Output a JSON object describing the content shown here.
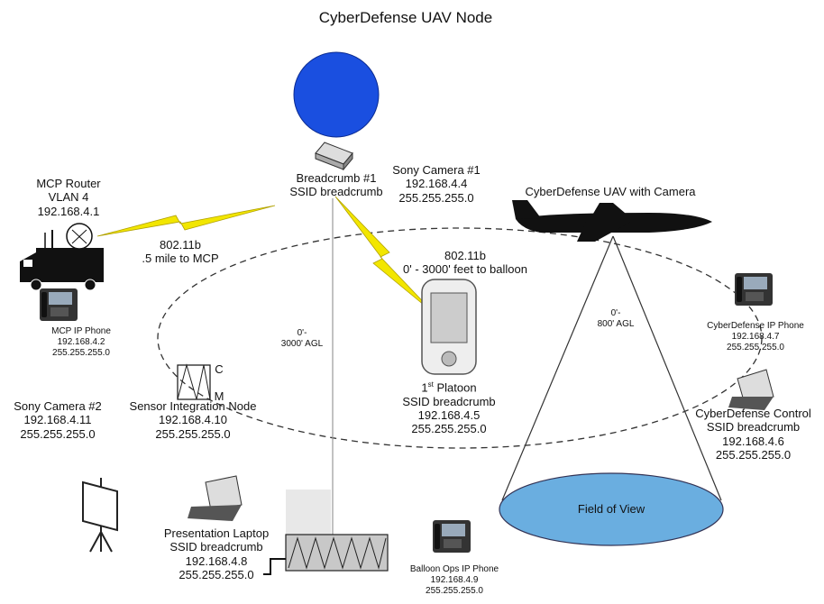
{
  "title": "CyberDefense UAV Node",
  "breadcrumb": {
    "lines": [
      "Breadcrumb #1",
      "SSID breadcrumb"
    ]
  },
  "sony_camera_1": {
    "lines": [
      "Sony Camera #1",
      "192.168.4.4",
      "255.255.255.0"
    ]
  },
  "uav": {
    "label": "CyberDefense UAV with Camera"
  },
  "mcp_router": {
    "lines": [
      "MCP Router",
      "VLAN 4",
      "192.168.4.1"
    ]
  },
  "link_mcp": {
    "lines": [
      "802.11b",
      ".5 mile to MCP"
    ]
  },
  "link_balloon": {
    "lines": [
      "802.11b",
      "0' - 3000' feet to balloon"
    ]
  },
  "mcp_phone": {
    "lines": [
      "MCP IP Phone",
      "192.168.4.2",
      "255.255.255.0"
    ]
  },
  "tether_alt": {
    "lines": [
      "0'-",
      "3000' AGL"
    ]
  },
  "uav_alt": {
    "lines": [
      "0'-",
      "800' AGL"
    ]
  },
  "cd_phone": {
    "lines": [
      "CyberDefense IP Phone",
      "192.168.4.7",
      "255.255.255.0"
    ]
  },
  "sensor_node": {
    "lines": [
      "Sensor Integration Node",
      "192.168.4.10",
      "255.255.255.0"
    ],
    "letter_c": "C",
    "letter_m": "M"
  },
  "sony_camera_2": {
    "lines": [
      "Sony Camera #2",
      "192.168.4.11",
      "255.255.255.0"
    ]
  },
  "platoon": {
    "sup": "st",
    "lines": [
      "1",
      " Platoon",
      "SSID breadcrumb",
      "192.168.4.5",
      "255.255.255.0"
    ]
  },
  "cd_control": {
    "lines": [
      "CyberDefense Control",
      "SSID breadcrumb",
      "192.168.4.6",
      "255.255.255.0"
    ]
  },
  "field_of_view": {
    "label": "Field of View"
  },
  "presentation_laptop": {
    "lines": [
      "Presentation Laptop",
      "SSID breadcrumb",
      "192.168.4.8",
      "255.255.255.0"
    ]
  },
  "balloon_phone": {
    "lines": [
      "Balloon Ops IP Phone",
      "192.168.4.9",
      "255.255.255.0"
    ]
  },
  "colors": {
    "balloon": "#1a4fe0",
    "fov": "#6aaee0",
    "bolt": "#f2e600",
    "uav": "#111111"
  }
}
